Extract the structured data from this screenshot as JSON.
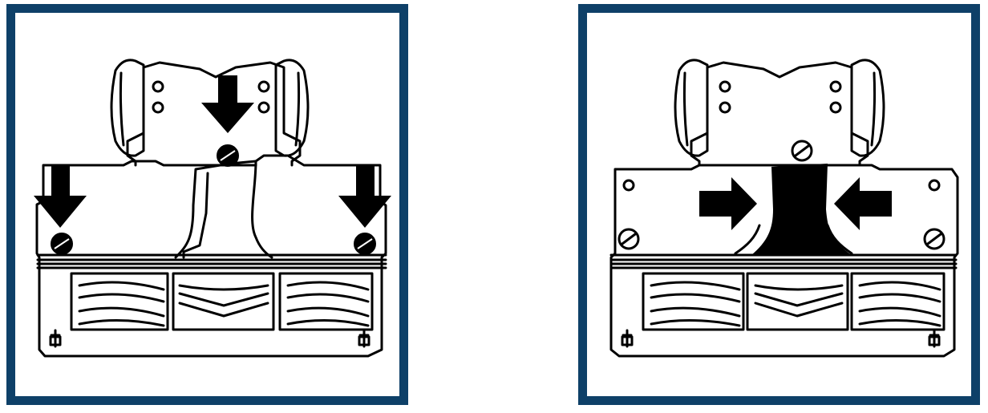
{
  "figure": {
    "panels": [
      {
        "id": "remove-screws",
        "icon": "downward-arrow-icon",
        "arrow_count": 3,
        "screw_count": 3,
        "neck_state": "outline"
      },
      {
        "id": "remove-neck",
        "icon": "inward-arrow-icon",
        "arrow_count": 2,
        "screw_count": 5,
        "neck_state": "filled"
      }
    ],
    "colors": {
      "frame": "#0e4068",
      "ink": "#000000",
      "paper": "#ffffff"
    }
  }
}
